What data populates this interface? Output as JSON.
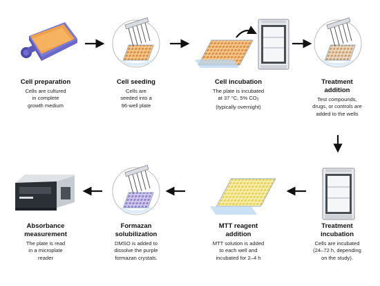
{
  "steps": [
    {
      "id": "cell-preparation",
      "title": "Cell preparation",
      "description_lines": [
        "Cells are cultured",
        "in complete",
        "growth medium"
      ],
      "icon": "culture-flask-icon"
    },
    {
      "id": "cell-seeding",
      "title": "Cell seeding",
      "description_lines": [
        "Cells are",
        "seeded into a",
        "96-well plate"
      ],
      "icon": "multichannel-pipette-plate-icon"
    },
    {
      "id": "cell-incubation",
      "title": "Cell incubation",
      "description_lines": [
        "The plate is incubated",
        "at 37 °C, 5% CO",
        "(typically overnight)"
      ],
      "co2_subscript": "2",
      "icon": "plate-into-incubator-icon"
    },
    {
      "id": "treatment-addition",
      "title_lines": [
        "Treatment",
        "addition"
      ],
      "description_lines": [
        "Test compounds,",
        "drugs, or controls are",
        "added to the wells"
      ],
      "icon": "multichannel-pipette-plate-icon"
    },
    {
      "id": "treatment-incubation",
      "title_lines": [
        "Treatment",
        "incubation"
      ],
      "description_lines": [
        "Cells are incubated",
        "(24–72 h, depending",
        "on the study)."
      ],
      "icon": "incubator-icon"
    },
    {
      "id": "mtt-reagent-addition",
      "title_lines": [
        "MTT reagent",
        "addition"
      ],
      "description_lines": [
        "MTT solution is added",
        "to each well and",
        "incubated for 2–4 h"
      ],
      "icon": "yellow-plate-icon"
    },
    {
      "id": "formazan-solubilization",
      "title_lines": [
        "Formazan",
        "solubilization"
      ],
      "description_lines": [
        "DMSO is added to",
        "dissolve the purple",
        "formazan crystals."
      ],
      "icon": "multichannel-pipette-plate-icon"
    },
    {
      "id": "absorbance-measurement",
      "title_lines": [
        "Absorbance",
        "measurement"
      ],
      "description_lines": [
        "The plate is read",
        "in a microplate",
        "reader"
      ],
      "icon": "microplate-reader-icon"
    }
  ],
  "colors": {
    "arrow": "#111111",
    "flask_body": "#f0a048",
    "flask_frame": "#7a78d8",
    "flask_cap": "#4a48a8",
    "plate_blue": "#bcd8f2",
    "plate_grid": "#7d9ec4",
    "well_orange": "#e2a05a",
    "well_yellow": "#f1e27a",
    "well_purple": "#8e7fc6",
    "incubator_body": "#e9ecef",
    "incubator_dark": "#4a4d52",
    "reader_body": "#2b2f36"
  }
}
